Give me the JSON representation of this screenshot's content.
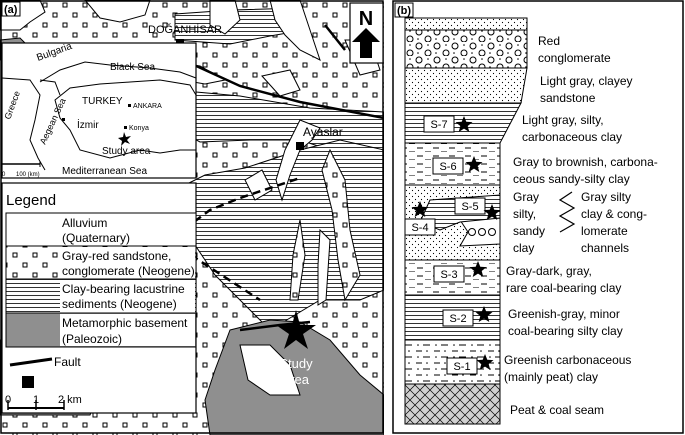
{
  "panel_a": {
    "label": "(a)",
    "north": "N",
    "places": {
      "doganhisar": "DOĞANHİSAR",
      "ayaslar": "Ayaslar",
      "study_area_line1": "Study",
      "study_area_line2": "area"
    },
    "inset": {
      "bulgaria": "Bulgaria",
      "black_sea": "Black Sea",
      "greece": "Greece",
      "aegean_sea": "Aegean Sea",
      "turkey": "TURKEY",
      "ankara": "ANKARA",
      "izmir": "İzmir",
      "konya": "Konya",
      "study_area": "Study area",
      "mediterranean_sea": "Mediterranean Sea",
      "scale_0": "0",
      "scale_100": "100 (km)"
    },
    "legend": {
      "title": "Legend",
      "items": [
        {
          "line1": "Alluvium",
          "line2": "(Quaternary)"
        },
        {
          "line1": "Gray-red sandstone,",
          "line2": "conglomerate (Neogene)"
        },
        {
          "line1": "Clay-bearing lacustrine",
          "line2": "sediments (Neogene)"
        },
        {
          "line1": "Metamorphic basement",
          "line2": "(Paleozoic)"
        }
      ],
      "fault": "Fault",
      "scale_0": "0",
      "scale_1": "1",
      "scale_2": "2 km"
    }
  },
  "panel_b": {
    "label": "(b)",
    "samples": [
      "S-7",
      "S-6",
      "S-5",
      "S-4",
      "S-3",
      "S-2",
      "S-1"
    ],
    "descriptions": {
      "red_conglomerate": [
        "Red",
        "conglomerate"
      ],
      "sandstone": [
        "Light gray, clayey",
        "sandstone"
      ],
      "s7": [
        "Light gray, silty,",
        "carbonaceous clay"
      ],
      "s6": [
        "Gray to brownish, carbona-",
        "ceous sandy-silty  clay"
      ],
      "s5_s4": [
        "Gray",
        "silty,",
        "sandy",
        "clay"
      ],
      "channels": [
        "Gray silty",
        "clay & cong-",
        "lomerate",
        "channels"
      ],
      "s3": [
        "Gray-dark, gray,",
        "rare coal-bearing clay"
      ],
      "s2": [
        "Greenish-gray, minor",
        "coal-bearing silty clay"
      ],
      "s1": [
        "Greenish carbonaceous",
        "(mainly peat) clay"
      ],
      "peat": "Peat & coal seam"
    }
  }
}
